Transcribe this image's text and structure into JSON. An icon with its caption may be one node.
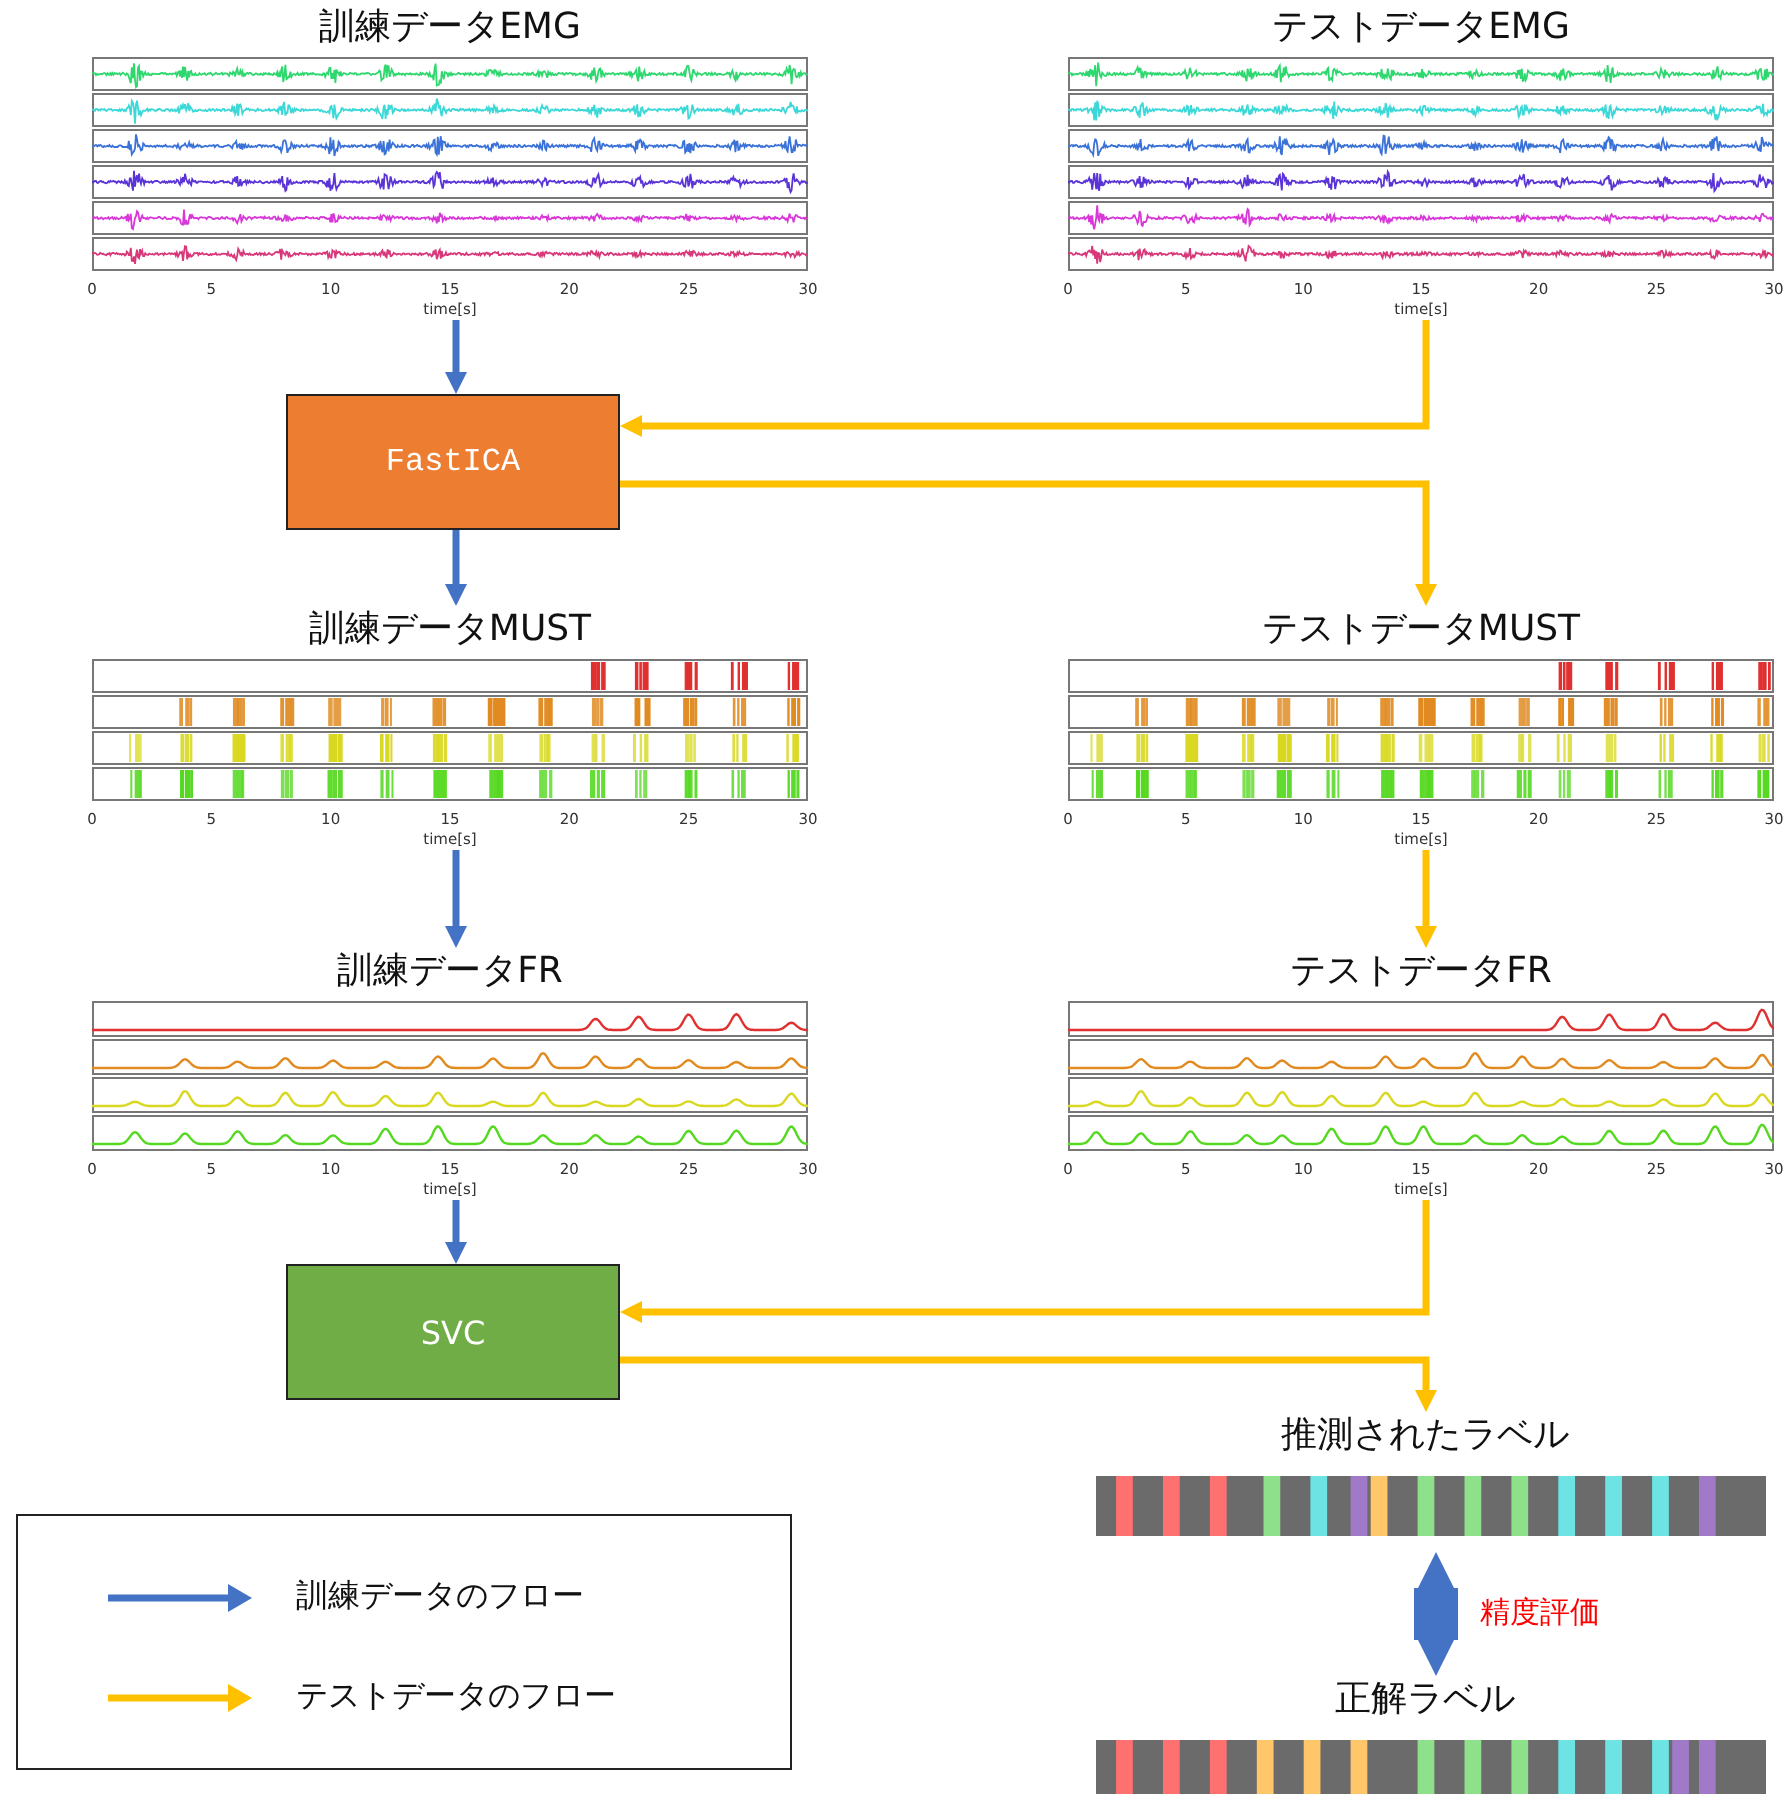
{
  "diagram": {
    "nodes": [
      {
        "text": [
          "訓練データEMG"
        ]
      },
      {
        "text": [
          "テストデータEMG"
        ]
      },
      {
        "text": [
          "FastICA"
        ]
      },
      {
        "text": [
          "訓練データMUST"
        ]
      },
      {
        "text": [
          "テストデータMUST"
        ]
      },
      {
        "text": [
          "訓練データFR"
        ]
      },
      {
        "text": [
          "テストデータFR"
        ]
      },
      {
        "text": [
          "SVC"
        ]
      },
      {
        "text": [
          "推測されたラベル"
        ]
      },
      {
        "text": [
          "正解ラベル"
        ]
      }
    ],
    "edges": [
      {
        "from": 0,
        "to": 2,
        "arrow": "to",
        "color": "#4472c4"
      },
      {
        "from": 1,
        "to": 2,
        "arrow": "to",
        "color": "#ffc000"
      },
      {
        "from": 2,
        "to": 4,
        "arrow": "to",
        "color": "#ffc000"
      },
      {
        "from": 2,
        "to": 3,
        "arrow": "to",
        "color": "#4472c4"
      },
      {
        "from": 3,
        "to": 5,
        "arrow": "to",
        "color": "#4472c4"
      },
      {
        "from": 4,
        "to": 6,
        "arrow": "to",
        "color": "#ffc000"
      },
      {
        "from": 5,
        "to": 7,
        "arrow": "to",
        "color": "#4472c4"
      },
      {
        "from": 6,
        "to": 7,
        "arrow": "to",
        "color": "#ffc000"
      },
      {
        "from": 7,
        "to": 8,
        "arrow": "to",
        "color": "#ffc000"
      },
      {
        "from": 8,
        "to": 9,
        "arrow": "both",
        "label": "精度評価",
        "style": "thick",
        "color": "#4472c4"
      }
    ],
    "labels": [
      "0",
      "5",
      "10",
      "15",
      "20",
      "25",
      "30",
      "time[s]",
      "0",
      "5",
      "10",
      "15",
      "20",
      "25",
      "30",
      "time[s]",
      "0",
      "5",
      "10",
      "15",
      "20",
      "25",
      "30",
      "time[s]",
      "0",
      "5",
      "10",
      "15",
      "20",
      "25",
      "30",
      "time[s]",
      "0",
      "5",
      "10",
      "15",
      "20",
      "25",
      "30",
      "time[s]",
      "0",
      "5",
      "10",
      "15",
      "20",
      "25",
      "30",
      "time[s]"
    ],
    "legend": [
      {
        "text": "訓練データのフロー"
      },
      {
        "text": "テストデータのフロー"
      }
    ]
  }
}
